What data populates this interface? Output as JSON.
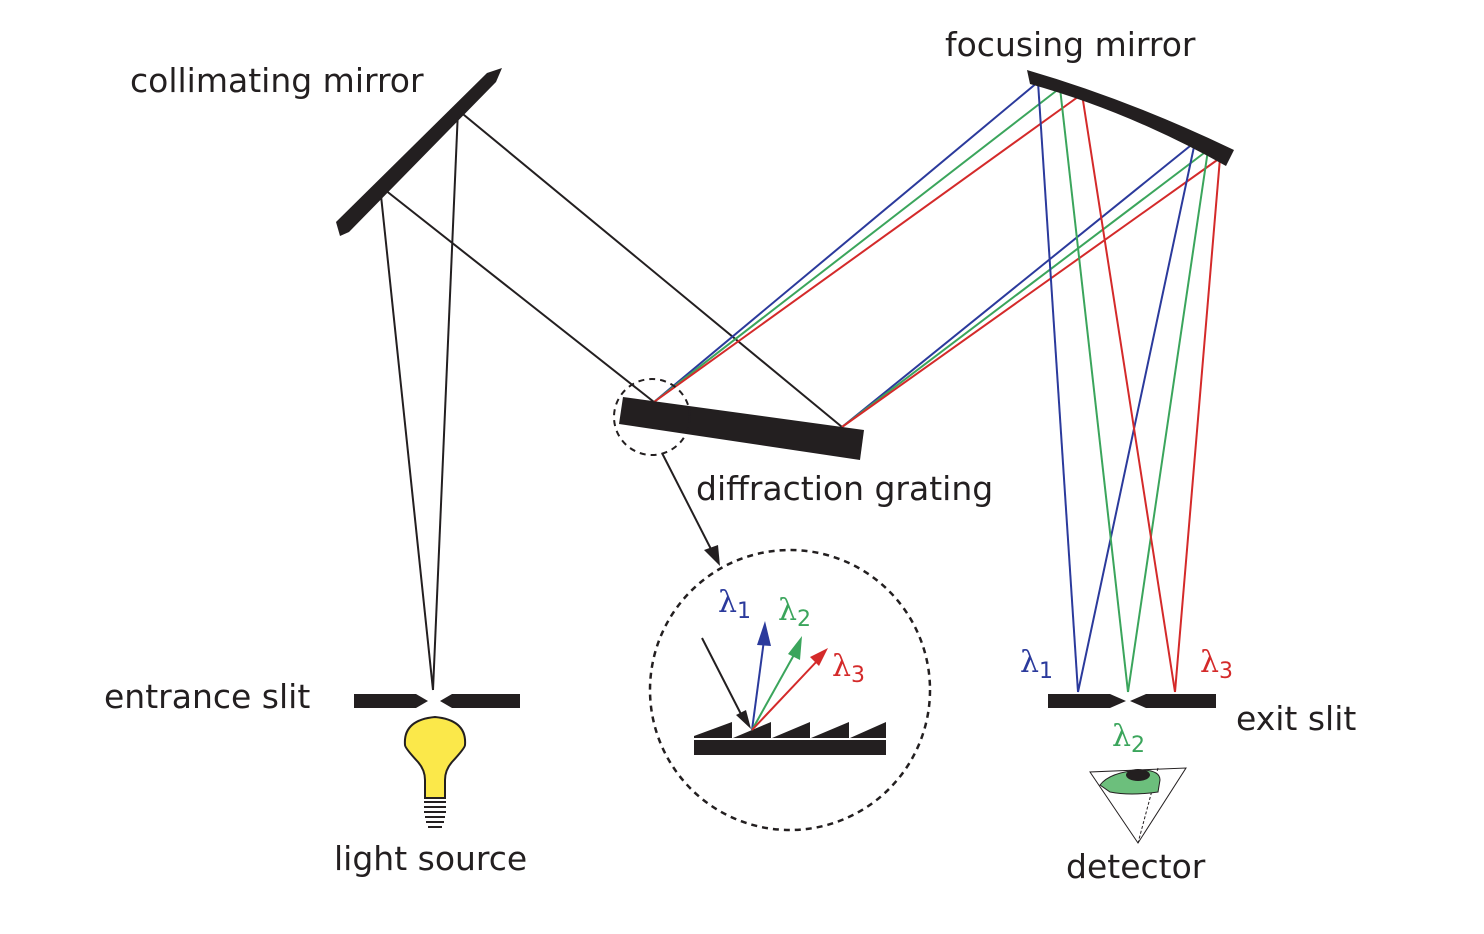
{
  "title": "Monochromator optical path diagram",
  "labels": {
    "collimating_mirror": "collimating mirror",
    "focusing_mirror": "focusing mirror",
    "diffraction_grating": "diffraction grating",
    "entrance_slit": "entrance slit",
    "light_source": "light source",
    "exit_slit": "exit slit",
    "detector": "detector"
  },
  "wavelengths": [
    {
      "symbol": "λ",
      "subscript": "1",
      "color": "#2b3a9c"
    },
    {
      "symbol": "λ",
      "subscript": "2",
      "color": "#3ba55c"
    },
    {
      "symbol": "λ",
      "subscript": "3",
      "color": "#d42a2a"
    }
  ],
  "colors": {
    "ink": "#231f20",
    "bulb": "#fbe84a",
    "eye": "#6cbf7c"
  }
}
